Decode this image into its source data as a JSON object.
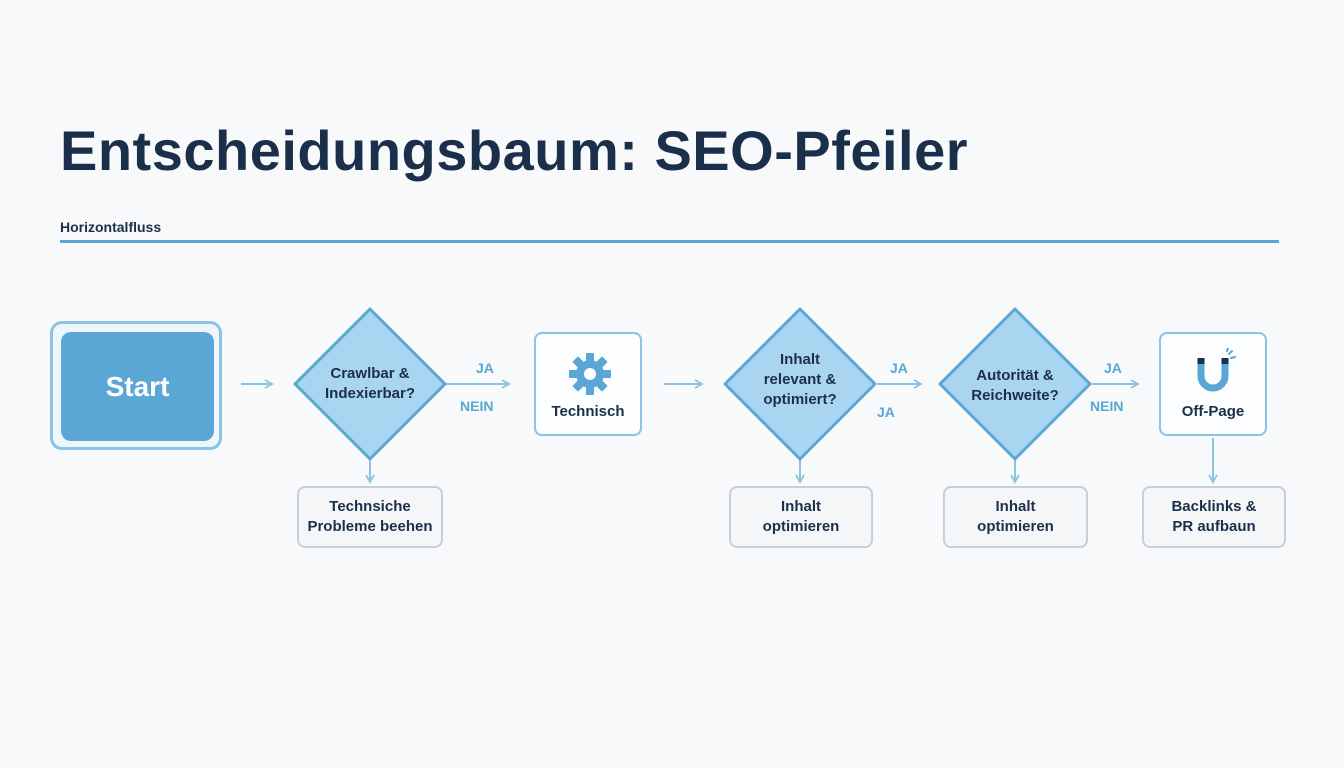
{
  "title": "Entscheidungsbaum: SEO-Pfeiler",
  "subtitle": "Horizontalfluss",
  "start": {
    "label": "Start"
  },
  "decisions": [
    {
      "text": "Crawlbar &\nIndexierbar?"
    },
    {
      "text": "Inhalt\nrelevant &\noptimiert?"
    },
    {
      "text": "Autorität &\nReichweite?"
    }
  ],
  "processes": [
    {
      "label": "Technisch",
      "icon": "gear-icon"
    },
    {
      "label": "Off-Page",
      "icon": "magnet-icon"
    }
  ],
  "outcomes": [
    {
      "text": "Technsiche\nProbleme beehen"
    },
    {
      "text": "Inhalt\noptimieren"
    },
    {
      "text": "Inhalt\noptimieren"
    },
    {
      "text": "Backlinks &\nPR aufbaun"
    }
  ],
  "edge_labels": {
    "ja_1": "JA",
    "nein_1": "NEIN",
    "ja_2a": "JA",
    "ja_2b": "JA",
    "ja_3": "JA",
    "nein_3": "NEIN"
  },
  "colors": {
    "accent": "#5aa6d4",
    "diamond_fill": "#a9d5f1",
    "diamond_stroke": "#5aa6d4",
    "arrow": "#8cc3e3",
    "text": "#1b2f4a"
  }
}
